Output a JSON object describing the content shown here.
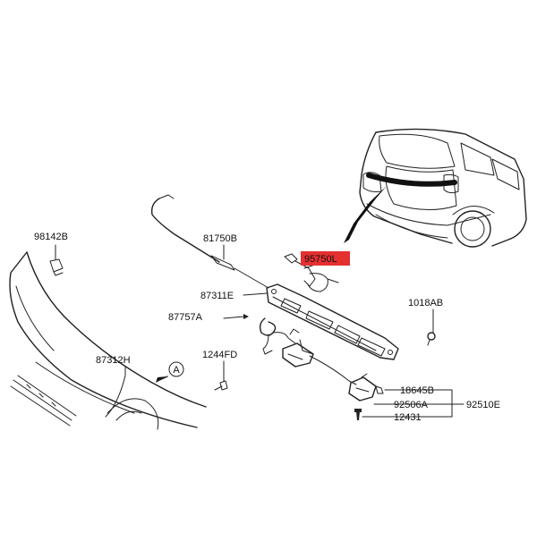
{
  "diagram": {
    "highlight_color": "#e53030",
    "labels": {
      "p98142B": "98142B",
      "p81750B": "81750B",
      "p95750L": "95750L",
      "p87311E": "87311E",
      "p87757A": "87757A",
      "p1018AB": "1018AB",
      "p87312H": "87312H",
      "p1244FD": "1244FD",
      "p18645B": "18645B",
      "p92506A": "92506A",
      "p92510E": "92510E",
      "p12431": "12431",
      "callout_A": "A"
    }
  }
}
